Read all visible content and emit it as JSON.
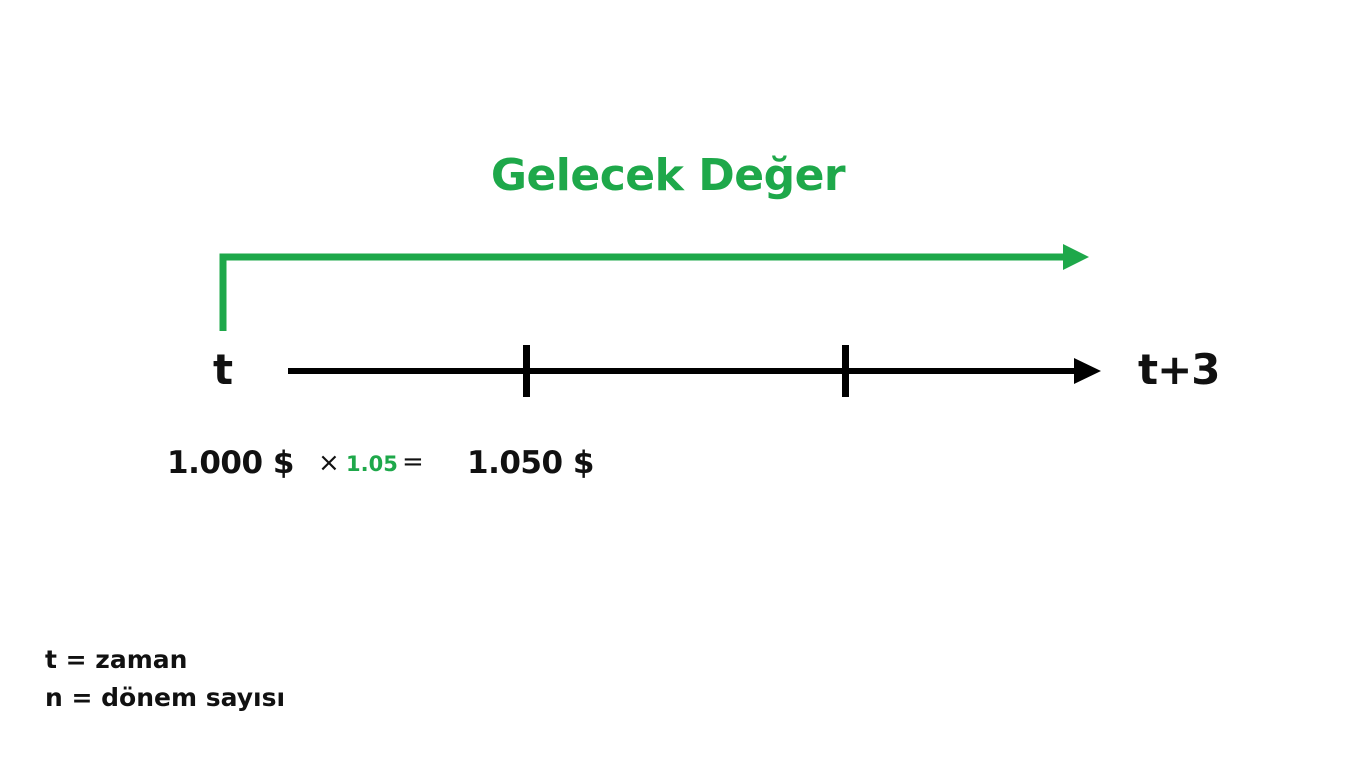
{
  "title": "Gelecek Değer",
  "colors": {
    "accent": "#1ea84a",
    "text": "#111111",
    "background": "#ffffff"
  },
  "timeline": {
    "start_label": "t",
    "end_label": "t+3",
    "tick_count": 2,
    "arrow_icon": "arrow-right-icon"
  },
  "calculation": {
    "present_value": "1.000 $",
    "multiply_symbol": "×",
    "rate": "1.05",
    "equals_symbol": "=",
    "result": "1.050 $"
  },
  "legend": {
    "items": [
      {
        "label": "t = zaman"
      },
      {
        "label": "n = dönem sayısı"
      }
    ]
  }
}
